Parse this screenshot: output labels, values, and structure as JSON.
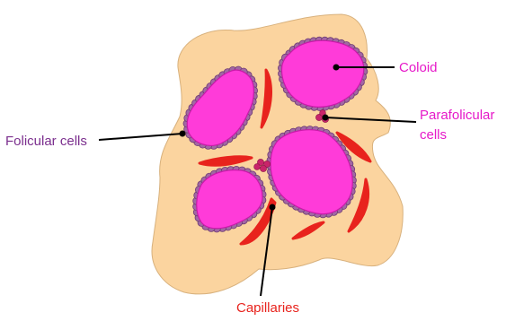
{
  "colors": {
    "tissue": "#fbd49f",
    "tissue_stroke": "#d8b17d",
    "colloid": "#ff3bd9",
    "colloid_stroke": "#c81aa8",
    "follicular_cell": "#a267a4",
    "follicular_cell_stroke": "#6d3d72",
    "parafollicular_cell": "#c9246a",
    "capillary": "#e8231d",
    "leader_line": "#000000",
    "label_colloid": "#e619c9",
    "label_parafollicular": "#e619c9",
    "label_follicular": "#7b2f8e",
    "label_capillaries": "#e8231d"
  },
  "labels": {
    "colloid": "Coloid",
    "parafollicular_line1": "Parafolicular",
    "parafollicular_line2": "cells",
    "follicular": "Folicular cells",
    "capillaries": "Capillaries"
  }
}
